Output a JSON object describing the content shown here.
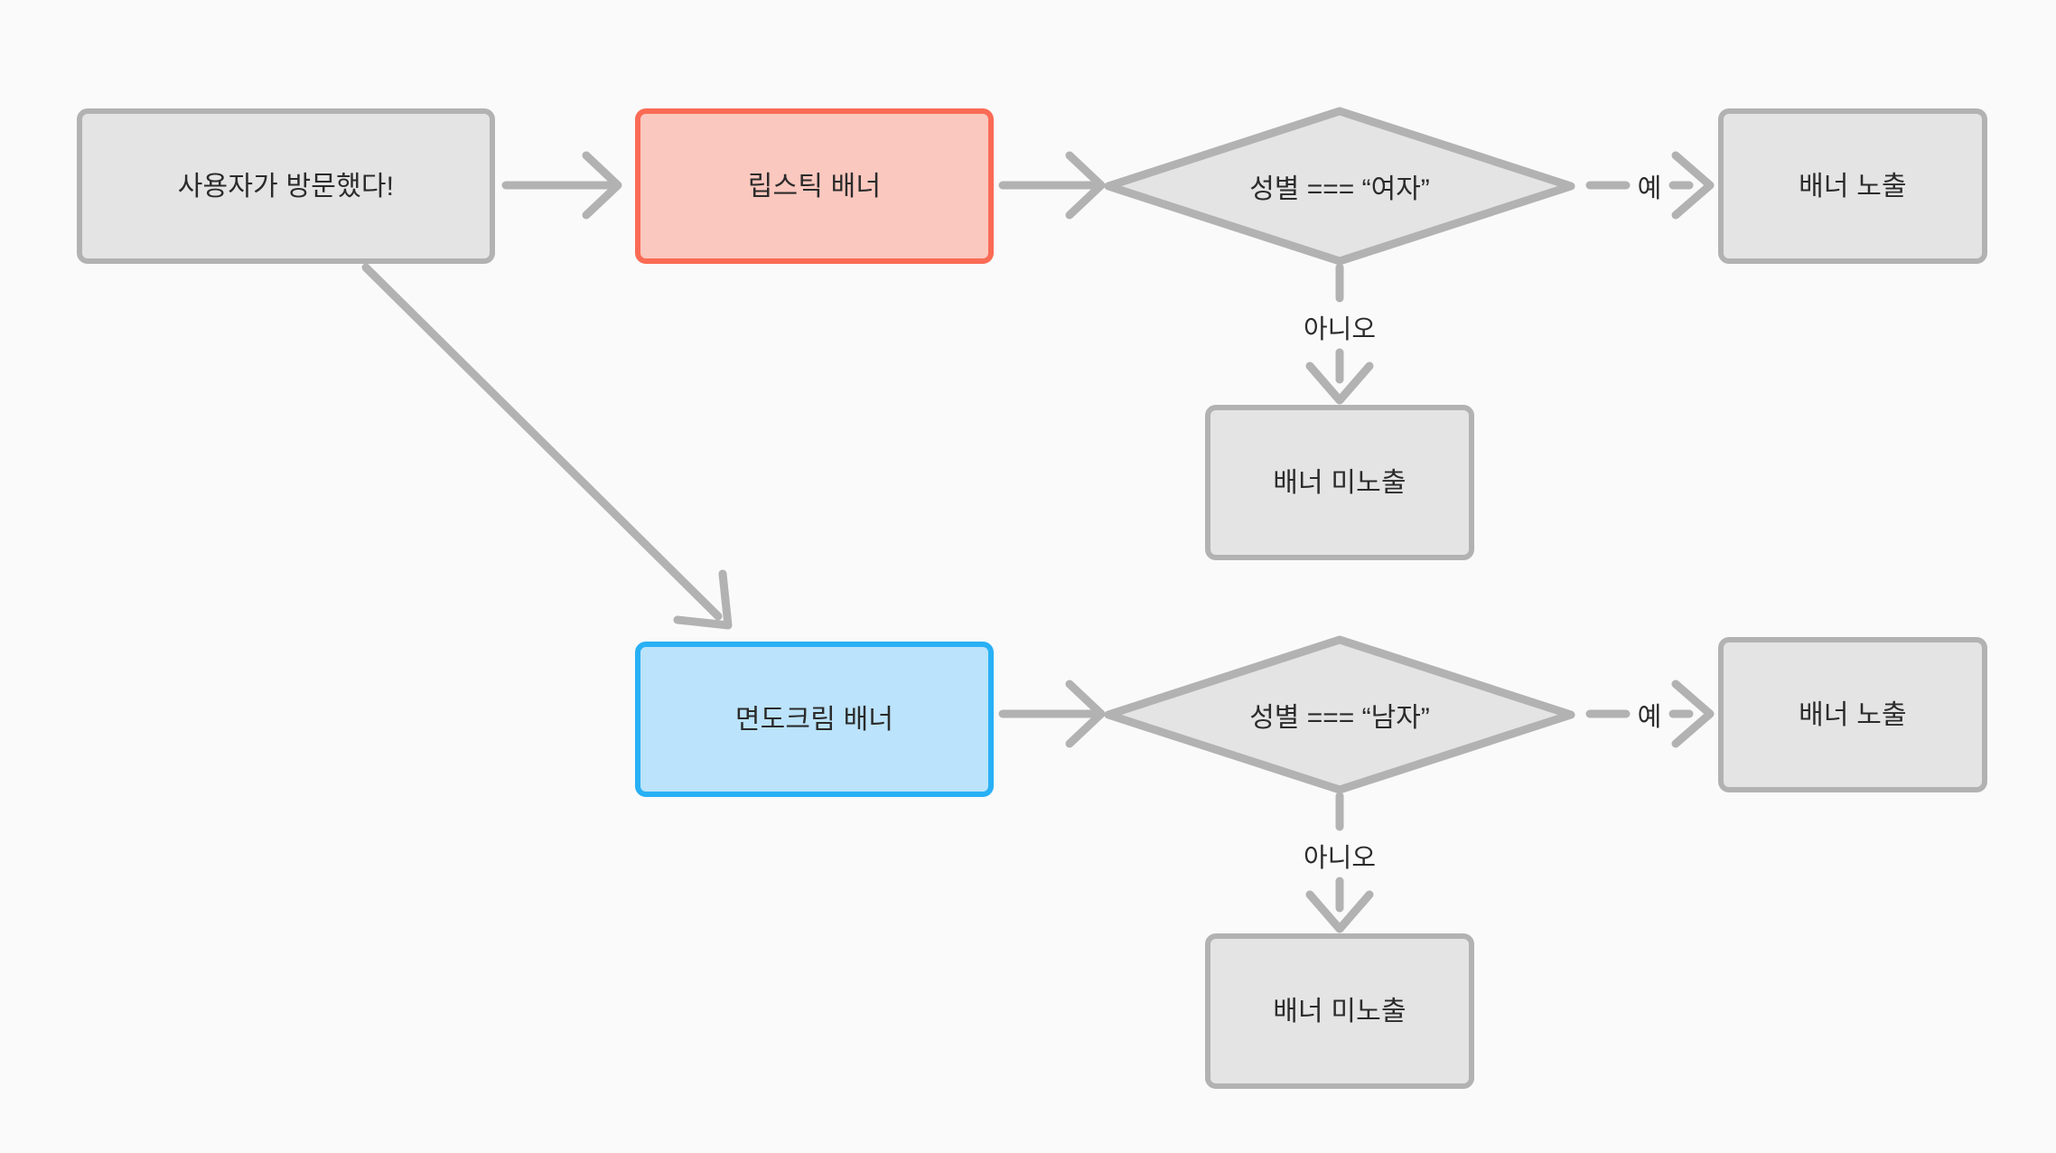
{
  "diagram": {
    "title": "banner-targeting-flowchart",
    "background_color": "#fafafa",
    "colors": {
      "gray_fill": "#e4e4e4",
      "gray_stroke": "#b2b2b2",
      "red_fill": "#fbc8bf",
      "red_stroke": "#fa6b55",
      "blue_fill": "#bbe3fb",
      "blue_stroke": "#28b0f5",
      "edge_stroke": "#b2b2b2",
      "text": "#2b2b2b"
    },
    "nodes": [
      {
        "id": "start",
        "label": "사용자가 방문했다!",
        "shape": "rect",
        "style": "gray"
      },
      {
        "id": "lipstick",
        "label": "립스틱 배너",
        "shape": "rect",
        "style": "red"
      },
      {
        "id": "cond_female",
        "label": "성별 === “여자”",
        "shape": "diamond",
        "style": "gray"
      },
      {
        "id": "show_top",
        "label": "배너 노출",
        "shape": "rect",
        "style": "gray"
      },
      {
        "id": "hide_top",
        "label": "배너 미노출",
        "shape": "rect",
        "style": "gray"
      },
      {
        "id": "shaving",
        "label": "면도크림 배너",
        "shape": "rect",
        "style": "blue"
      },
      {
        "id": "cond_male",
        "label": "성별 === “남자”",
        "shape": "diamond",
        "style": "gray"
      },
      {
        "id": "show_bottom",
        "label": "배너 노출",
        "shape": "rect",
        "style": "gray"
      },
      {
        "id": "hide_bottom",
        "label": "배너 미노출",
        "shape": "rect",
        "style": "gray"
      }
    ],
    "edge_labels": {
      "yes_top": "예",
      "no_top": "아니오",
      "yes_bottom": "예",
      "no_bottom": "아니오"
    }
  }
}
